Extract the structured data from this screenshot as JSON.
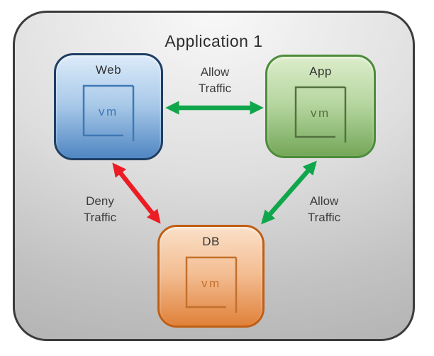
{
  "diagram": {
    "title": "Application 1",
    "nodes": [
      {
        "id": "web",
        "label": "Web",
        "vm_label": "vm",
        "colors": {
          "border": "#1f3e63",
          "fill_top": "#dcebf9",
          "fill_mid": "#a9c9e9",
          "fill_bottom": "#4f86c2",
          "vm": "#3f78b5"
        }
      },
      {
        "id": "app",
        "label": "App",
        "vm_label": "vm",
        "colors": {
          "border": "#4d8c3b",
          "fill_top": "#dcecca",
          "fill_mid": "#b5d69f",
          "fill_bottom": "#74a758",
          "vm": "#54713f"
        }
      },
      {
        "id": "db",
        "label": "DB",
        "vm_label": "vm",
        "colors": {
          "border": "#c05e14",
          "fill_top": "#fae0c8",
          "fill_mid": "#f3bd92",
          "fill_bottom": "#e0813a",
          "vm": "#c4702d"
        }
      }
    ],
    "edges": [
      {
        "from": "web",
        "to": "app",
        "label": "Allow Traffic",
        "type": "allow"
      },
      {
        "from": "web",
        "to": "db",
        "label": "Deny Traffic",
        "type": "deny"
      },
      {
        "from": "app",
        "to": "db",
        "label": "Allow Traffic",
        "type": "allow"
      }
    ],
    "status_colors": {
      "allow": "#10a64b",
      "deny": "#ec1c24"
    }
  }
}
